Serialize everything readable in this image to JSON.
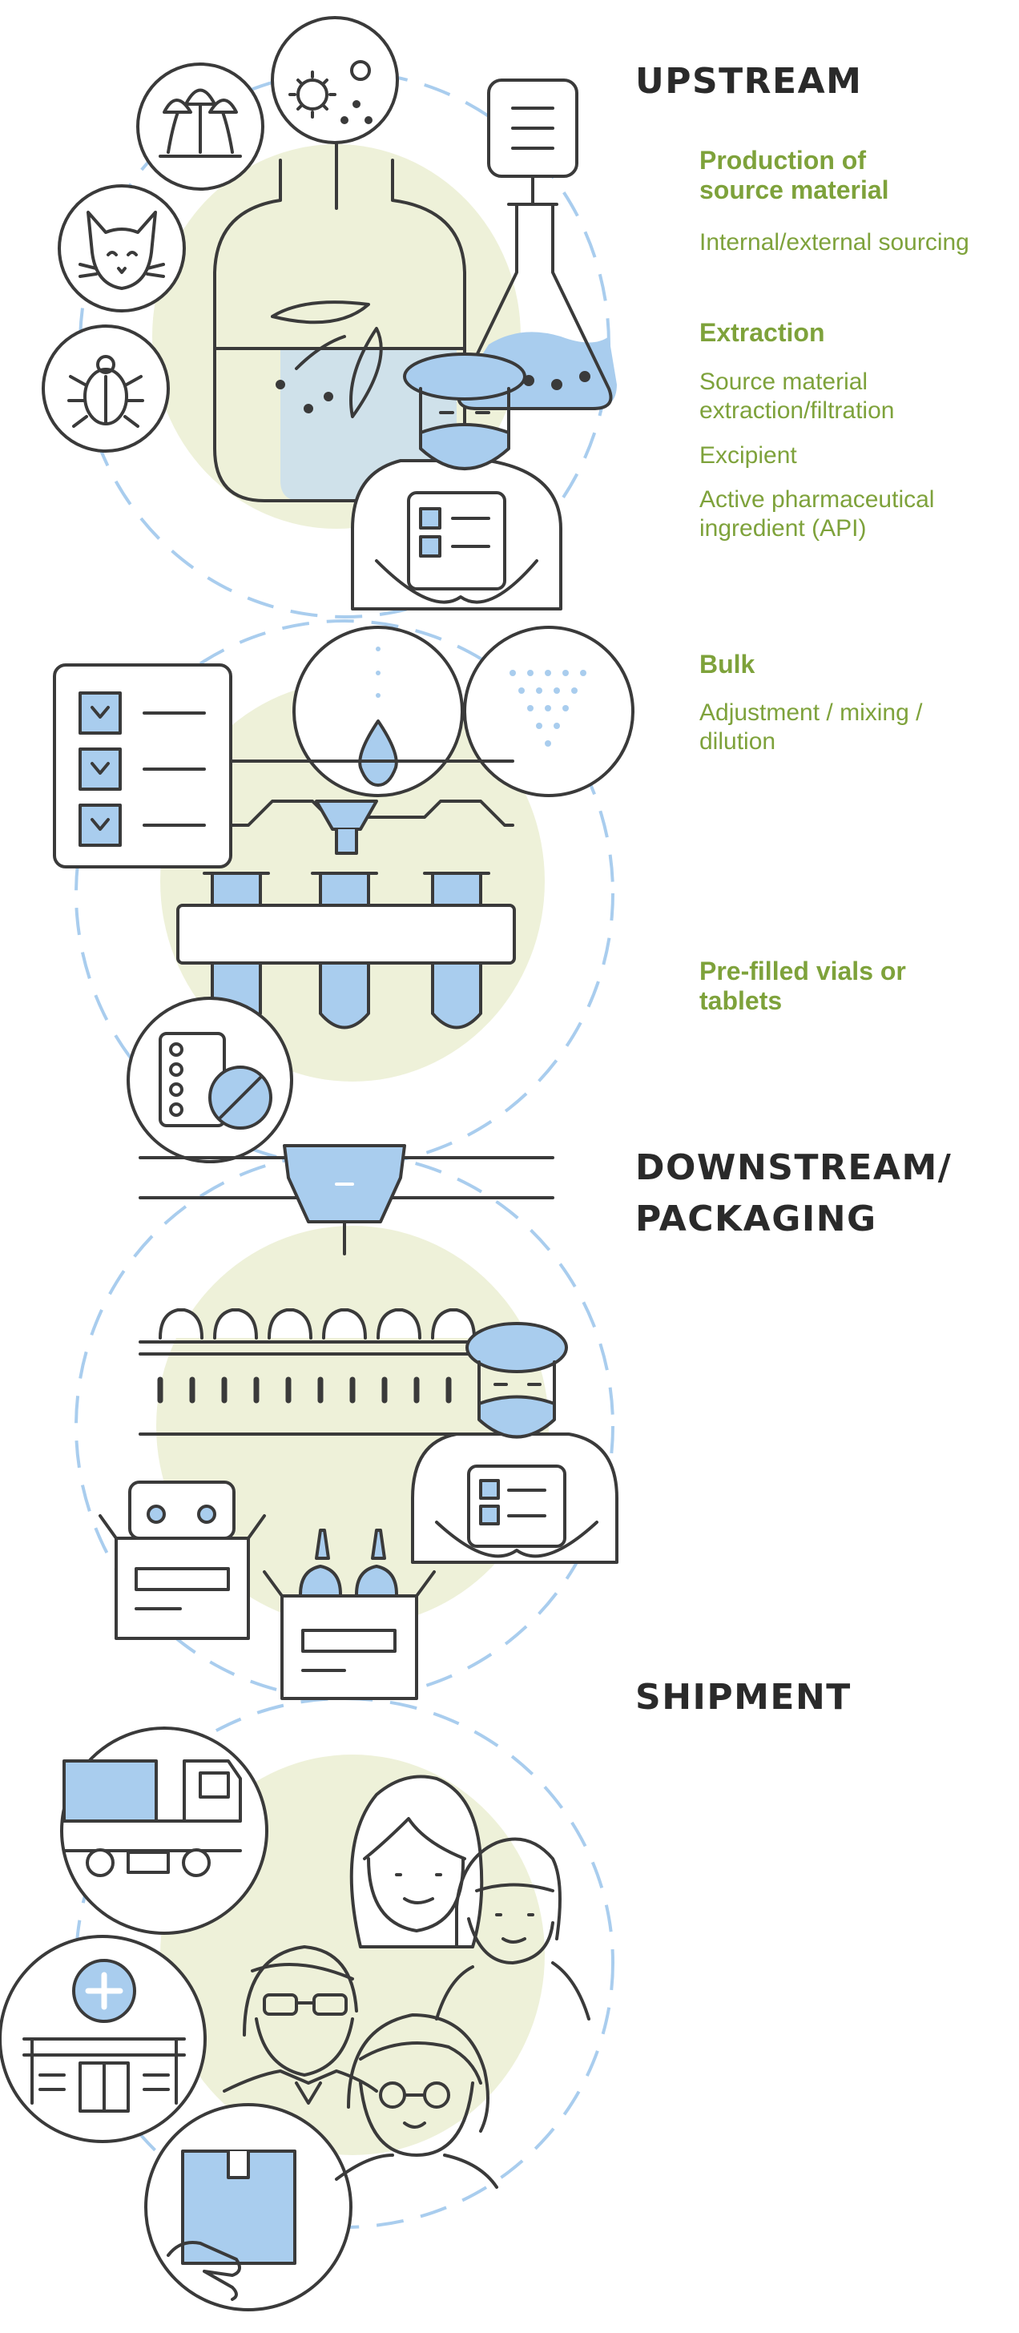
{
  "sections": {
    "upstream": {
      "title": "UPSTREAM",
      "production": {
        "label": "Production of\nsource material",
        "items": [
          "Internal/external sourcing"
        ]
      },
      "extraction": {
        "label": "Extraction",
        "items": [
          "Source material\nextraction/filtration",
          "Excipient",
          "Active pharmaceutical\ningredient (API)"
        ]
      },
      "bulk": {
        "label": "Bulk",
        "items": [
          "Adjustment / mixing /\ndilution"
        ]
      },
      "prefilled": {
        "label": "Pre-filled vials or\ntablets"
      }
    },
    "downstream": {
      "title": "DOWNSTREAM/\nPACKAGING"
    },
    "shipment": {
      "title": "SHIPMENT"
    }
  },
  "icons": [
    "mushroom-icon",
    "microbe-icon",
    "cat-icon",
    "beetle-icon",
    "flask-icon",
    "clipboard-icon",
    "worker-icon",
    "checklist-icon",
    "droplet-icon",
    "powder-icon",
    "test-tube-rack-icon",
    "pill-blister-icon",
    "dispenser-icon",
    "vial-conveyor-icon",
    "box-icon",
    "truck-icon",
    "hospital-icon",
    "parcel-hand-icon",
    "people-icon"
  ],
  "colors": {
    "line": "#3a3a3a",
    "fill_blue": "#a9cdee",
    "dash_blue": "#a9cdee",
    "blob_green": "#eef1d9",
    "liquid": "#cfe1ea",
    "heading": "#2a2a2a",
    "label_green": "#7ea23b"
  }
}
